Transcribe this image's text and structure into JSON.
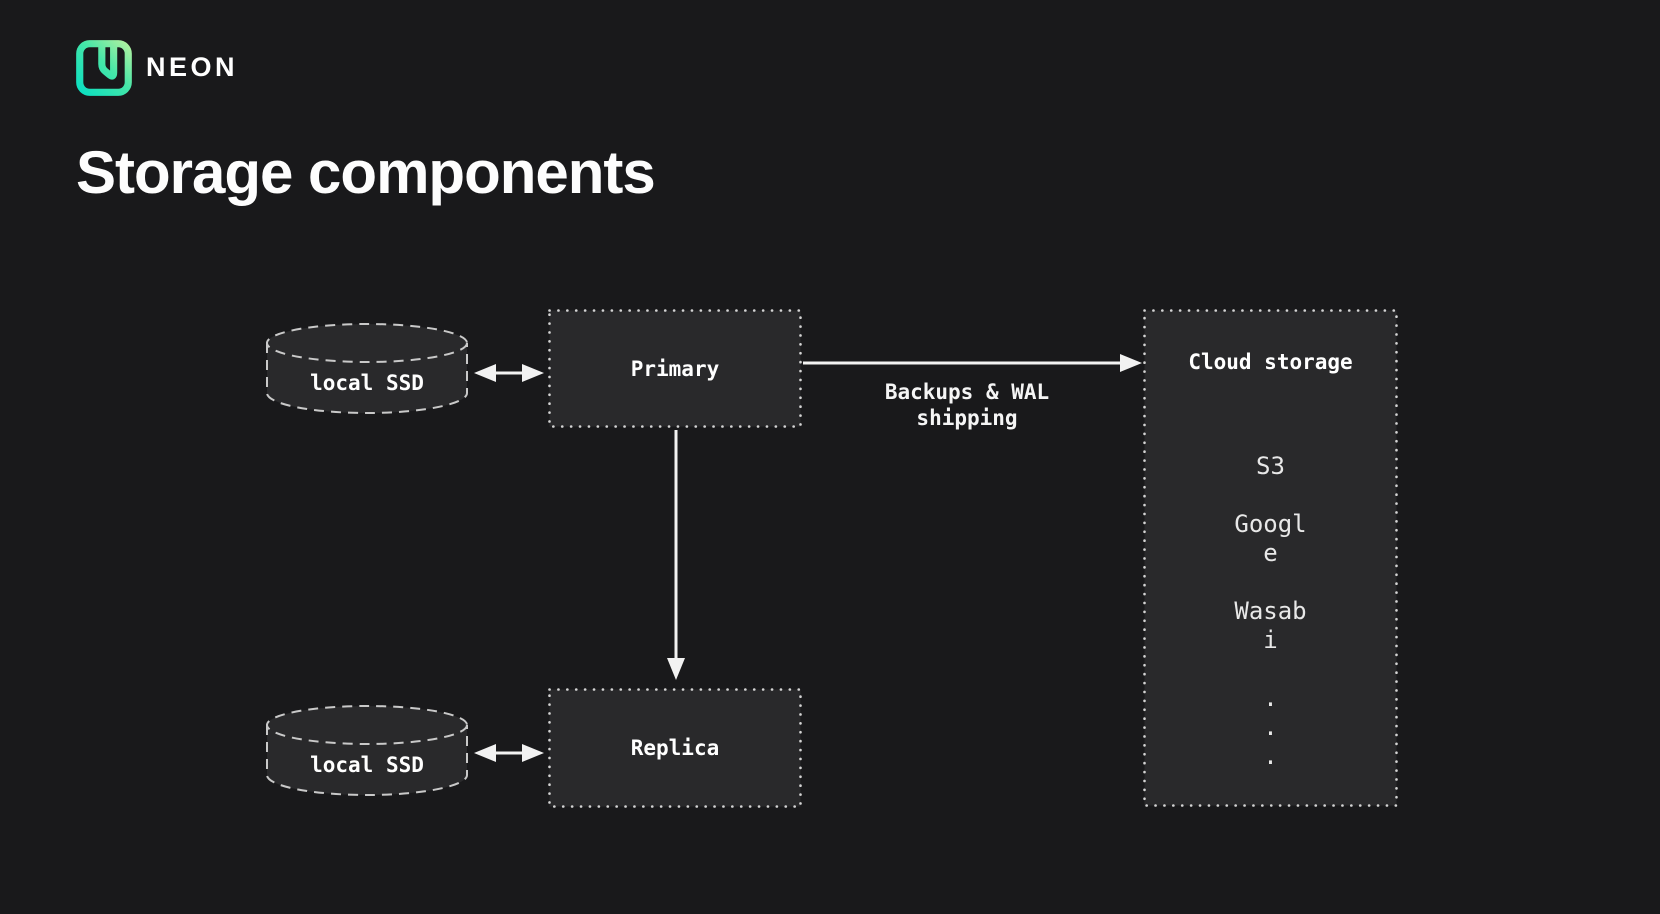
{
  "brand": {
    "wordmark": "NEON",
    "logo_icon": "neon-logomark"
  },
  "slide": {
    "title": "Storage components"
  },
  "diagram": {
    "ssd_top": {
      "label": "local SSD"
    },
    "ssd_bottom": {
      "label": "local SSD"
    },
    "primary": {
      "label": "Primary"
    },
    "replica": {
      "label": "Replica"
    },
    "cloud": {
      "title": "Cloud storage",
      "providers": [
        "S3",
        "Google",
        "Wasabi"
      ],
      "ellipsis": [
        ".",
        ".",
        "."
      ]
    },
    "flows": {
      "backup_label": "Backups & WAL shipping"
    }
  },
  "colors": {
    "background": "#19191b",
    "node_fill": "#29292b",
    "node_border": "#d4d4d4",
    "arrow": "#f2f2f2",
    "text_primary": "#ffffff",
    "text_secondary": "#e8e8e8",
    "logo_teal": "#0adfc2",
    "logo_green": "#b1f1a0"
  }
}
